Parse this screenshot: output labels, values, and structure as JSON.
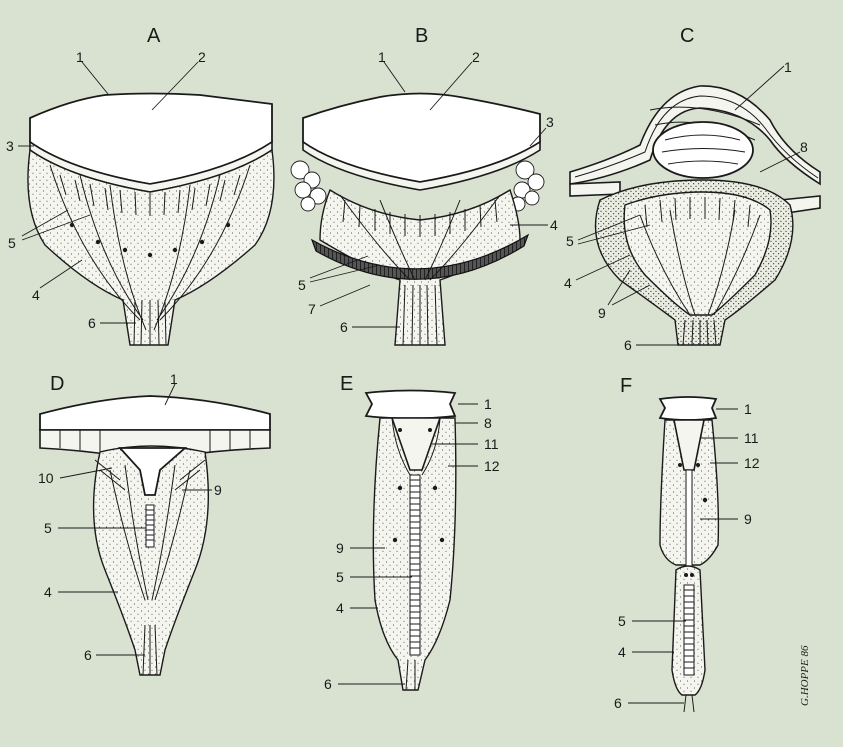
{
  "panels": {
    "A": {
      "letter": "A",
      "labels": [
        "1",
        "2",
        "3",
        "5",
        "4",
        "6"
      ]
    },
    "B": {
      "letter": "B",
      "labels": [
        "1",
        "2",
        "3",
        "4",
        "5",
        "7",
        "6"
      ]
    },
    "C": {
      "letter": "C",
      "labels": [
        "1",
        "8",
        "5",
        "4",
        "9",
        "6"
      ]
    },
    "D": {
      "letter": "D",
      "labels": [
        "1",
        "10",
        "9",
        "5",
        "4",
        "6"
      ]
    },
    "E": {
      "letter": "E",
      "labels": [
        "1",
        "8",
        "11",
        "12",
        "9",
        "5",
        "4",
        "6"
      ]
    },
    "F": {
      "letter": "F",
      "labels": [
        "1",
        "11",
        "12",
        "9",
        "5",
        "4",
        "6"
      ]
    }
  },
  "signature": "G.HOPPE 86",
  "colors": {
    "background": "#d9e2d1",
    "ink": "#1a1a1a",
    "paper": "#f4f5ef"
  }
}
